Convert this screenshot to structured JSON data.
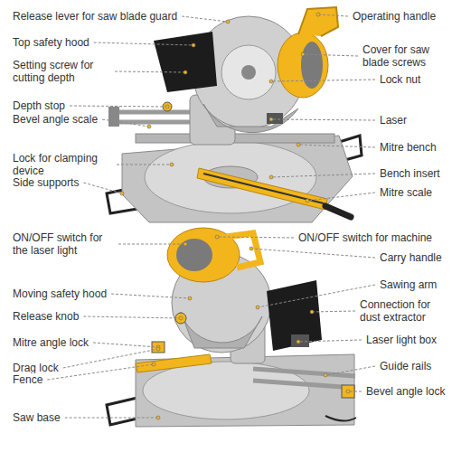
{
  "diagram": {
    "labels": [
      "Release lever for saw blade guard",
      "Operating handle",
      "Top safety hood",
      "Cover for saw blade screws",
      "Setting screw for cutting depth",
      "Lock nut",
      "Depth stop",
      "Bevel angle scale",
      "Laser",
      "Mitre bench",
      "Lock for clamping device",
      "Bench insert",
      "Side supports",
      "Mitre scale",
      "ON/OFF switch for the laser light",
      "ON/OFF switch for machine",
      "Carry handle",
      "Sawing arm",
      "Moving safety hood",
      "Connection for dust extractor",
      "Release knob",
      "Laser light box",
      "Mitre angle lock",
      "Guide rails",
      "Drag lock",
      "Fence",
      "Bevel angle lock",
      "Saw base"
    ]
  }
}
